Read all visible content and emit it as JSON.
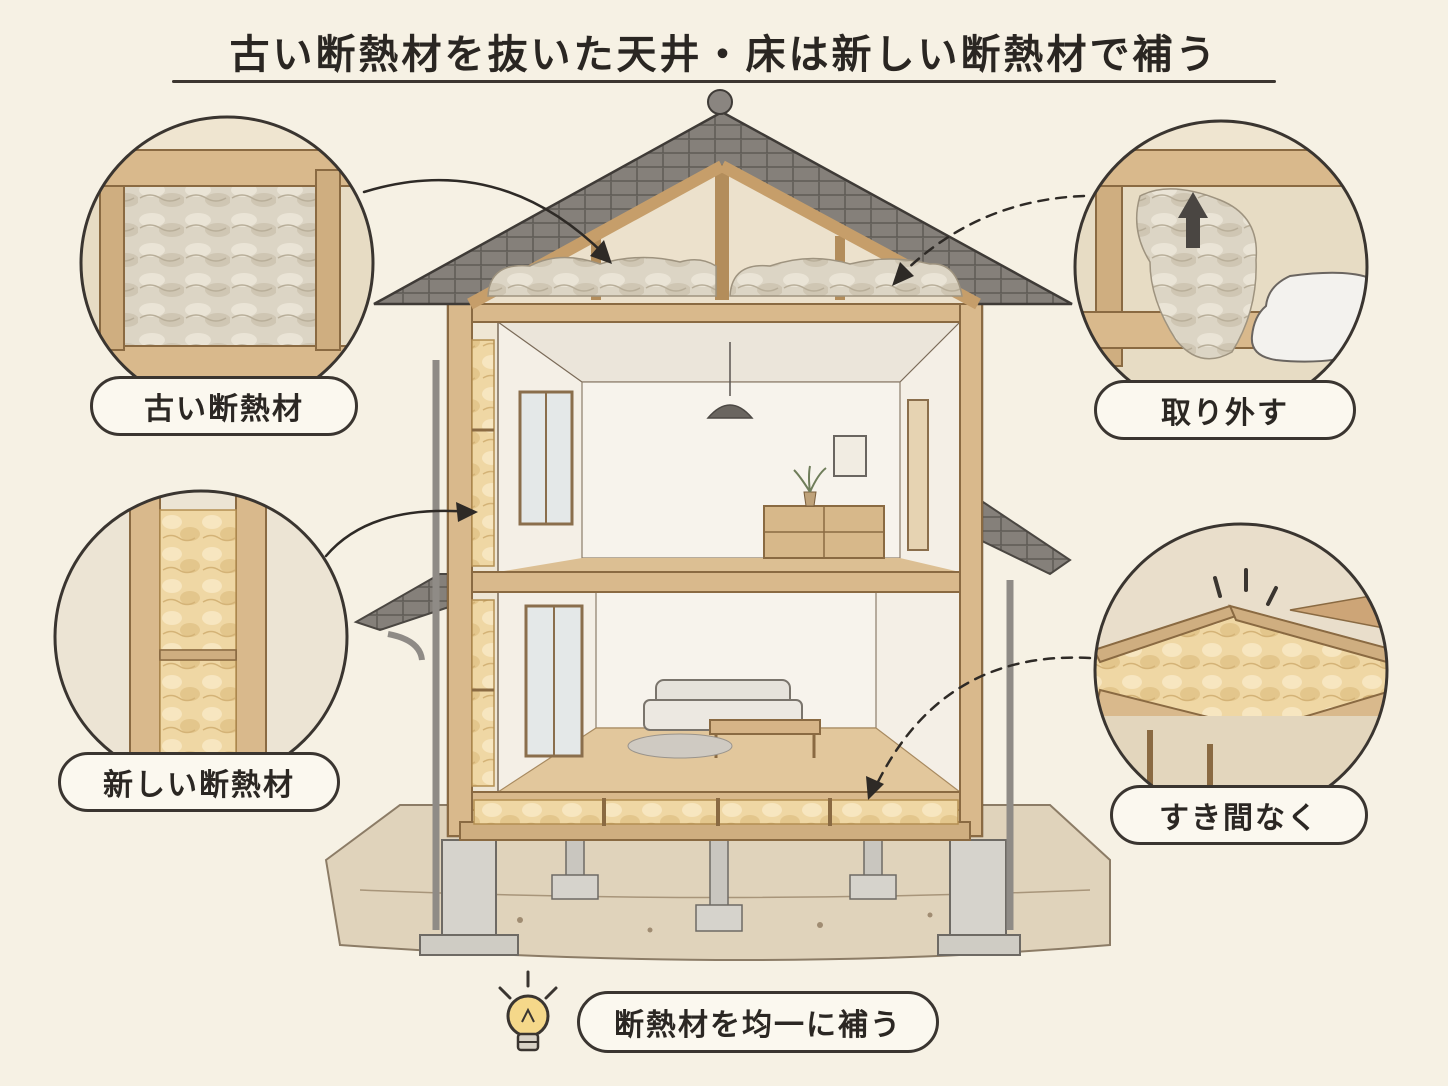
{
  "title": "古い断熱材を抜いた天井・床は新しい断熱材で補う",
  "labels": {
    "old_insulation": "古い断熱材",
    "remove": "取り外す",
    "new_insulation": "新しい断熱材",
    "no_gaps": "すき間なく",
    "tip": "断熱材を均一に補う"
  },
  "icons": [
    "lightbulb-icon",
    "up-arrow-icon",
    "glove-hand-icon",
    "sparkle-icon"
  ],
  "colors": {
    "background": "#f6f1e4",
    "wood": "#d9b98c",
    "wood_dark": "#a87f52",
    "roof": "#7a7672",
    "old_insulation": "#d9d2c2",
    "new_insulation": "#f0d9a8",
    "ink": "#3a3530"
  }
}
